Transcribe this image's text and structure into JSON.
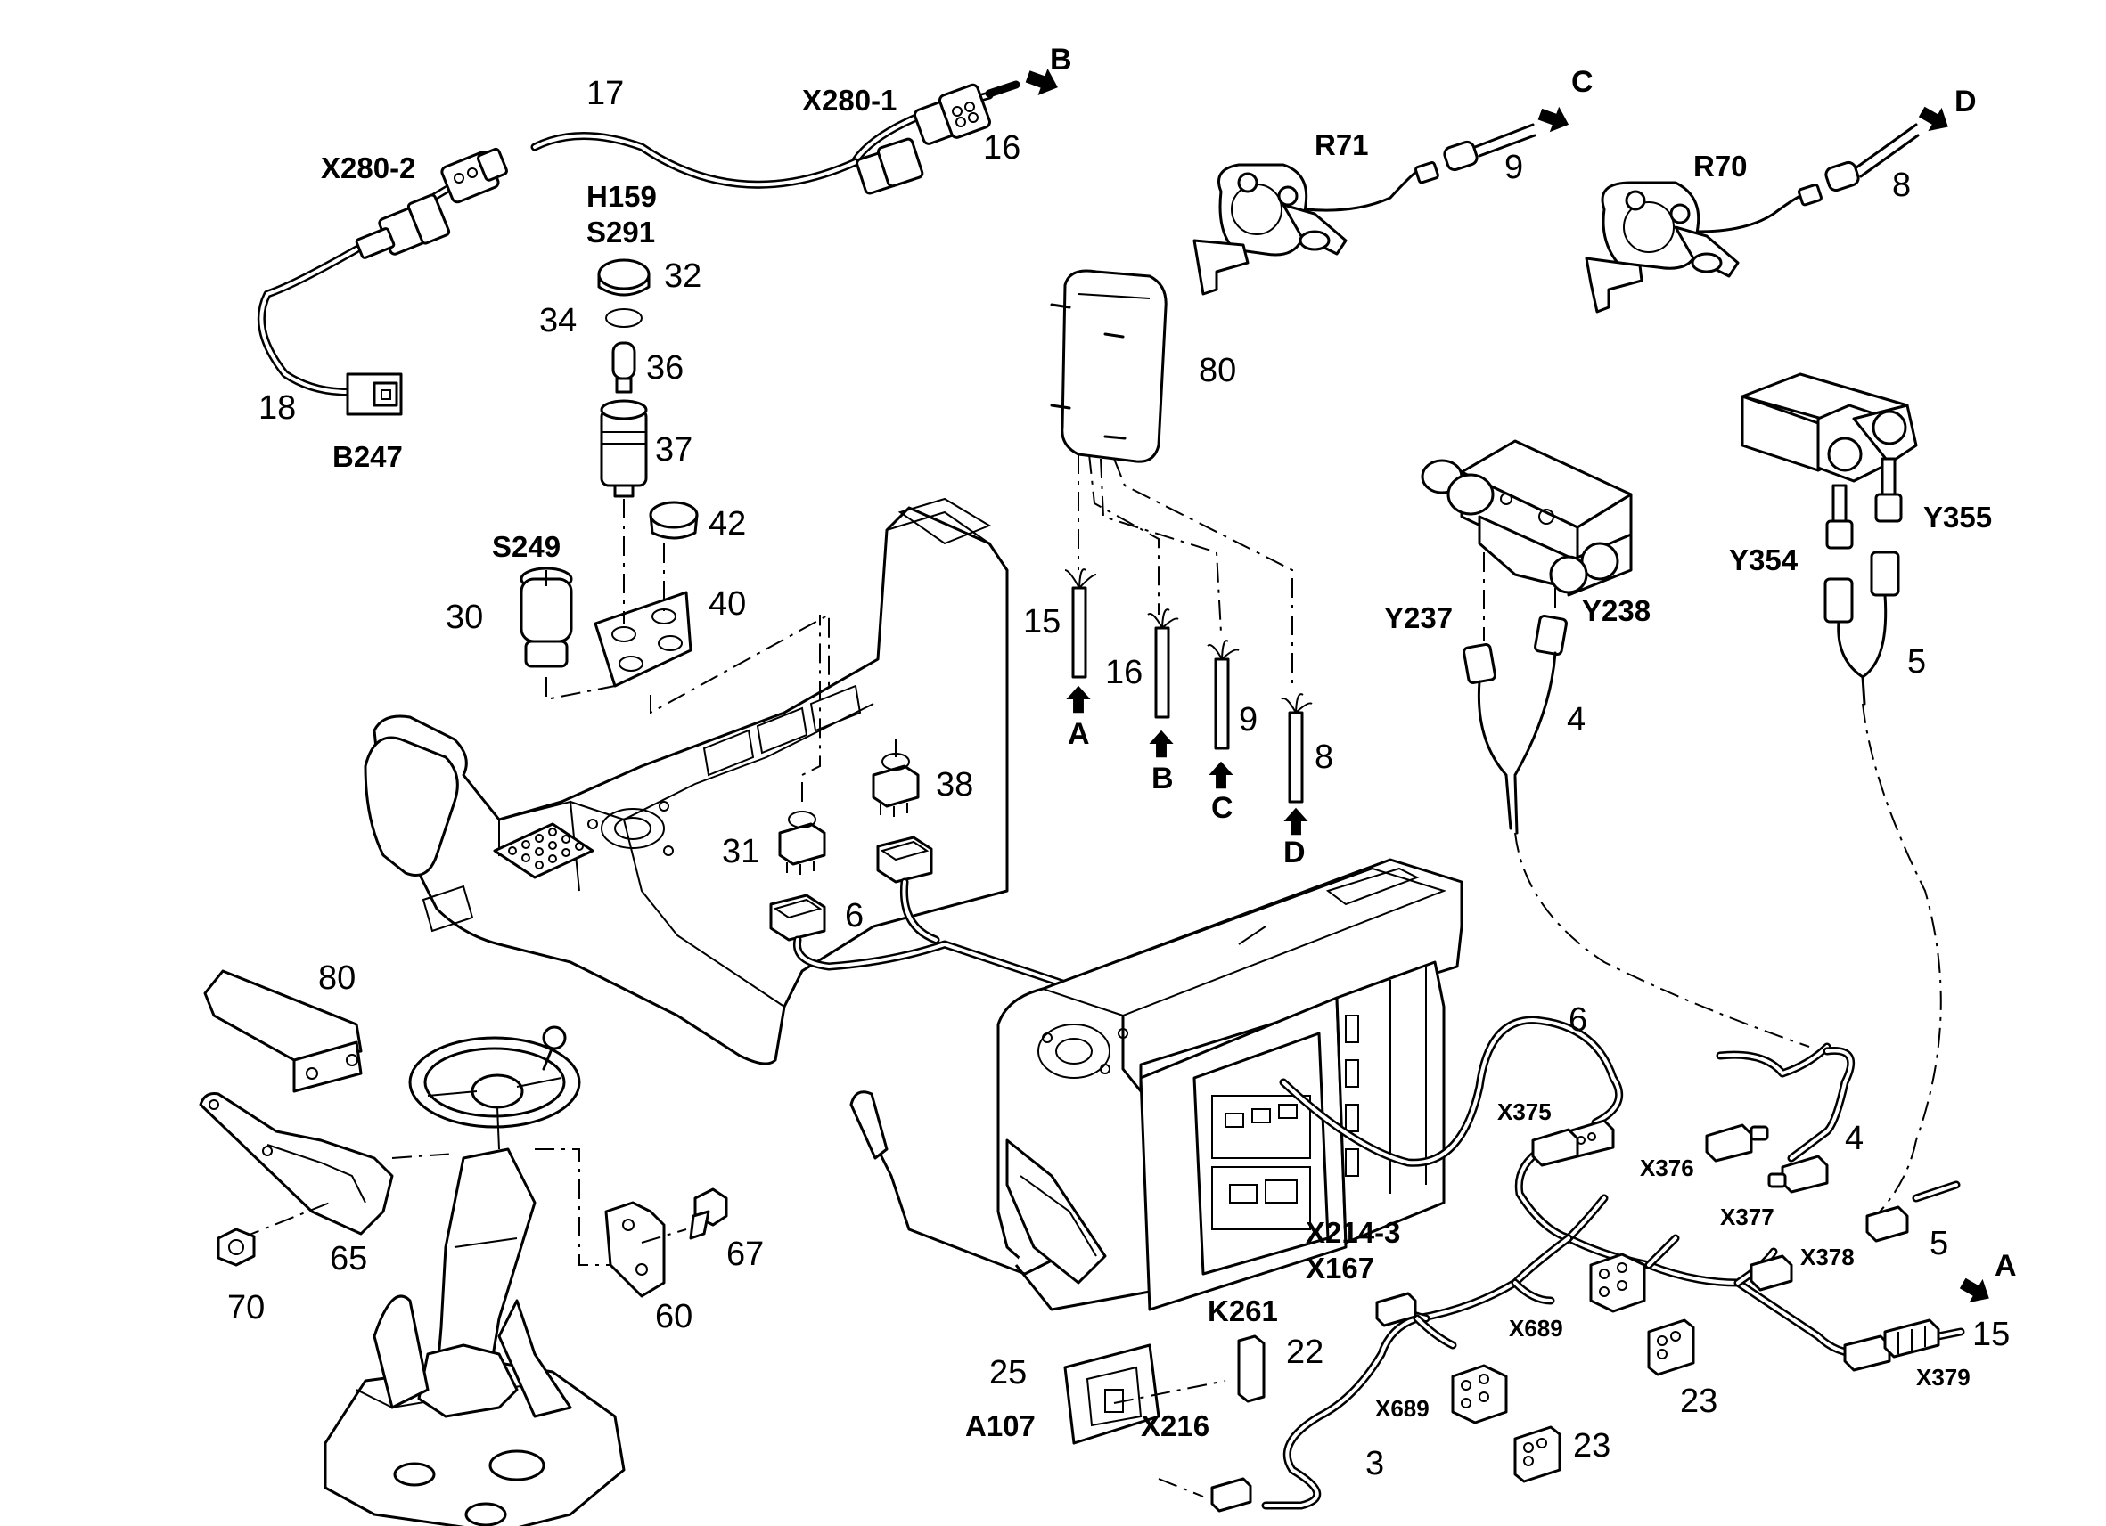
{
  "part_numbers": {
    "n17": "17",
    "n16_top": "16",
    "n18": "18",
    "n32": "32",
    "n34": "34",
    "n36": "36",
    "n37": "37",
    "n42": "42",
    "n30": "30",
    "n40": "40",
    "n80_top": "80",
    "n9_top": "9",
    "n8_top": "8",
    "n15_wire": "15",
    "n16_wire": "16",
    "n9_wire": "9",
    "n8_wire": "8",
    "n38": "38",
    "n31": "31",
    "n6_left": "6",
    "n4_top": "4",
    "n5_top": "5",
    "n80_left": "80",
    "n65": "65",
    "n70": "70",
    "n67": "67",
    "n60": "60",
    "n6_right": "6",
    "n4_right": "4",
    "n5_right": "5",
    "n15_right": "15",
    "n22": "22",
    "n25": "25",
    "n23_a": "23",
    "n23_b": "23",
    "n3": "3"
  },
  "component_refs": {
    "x280_1": "X280-1",
    "x280_2": "X280-2",
    "h159": "H159",
    "s291": "S291",
    "b247": "B247",
    "s249": "S249",
    "r71": "R71",
    "r70": "R70",
    "y237": "Y237",
    "y238": "Y238",
    "y354": "Y354",
    "y355": "Y355",
    "x214_3": "X214-3",
    "x167": "X167",
    "k261": "K261",
    "a107": "A107",
    "x216": "X216"
  },
  "connector_refs": {
    "x375": "X375",
    "x376": "X376",
    "x377": "X377",
    "x378": "X378",
    "x379": "X379",
    "x689_a": "X689",
    "x689_b": "X689"
  },
  "arrow_labels": {
    "b_top": "B",
    "c_top": "C",
    "d_top": "D",
    "a_wire": "A",
    "b_wire": "B",
    "c_wire": "C",
    "d_wire": "D",
    "a_right": "A"
  }
}
